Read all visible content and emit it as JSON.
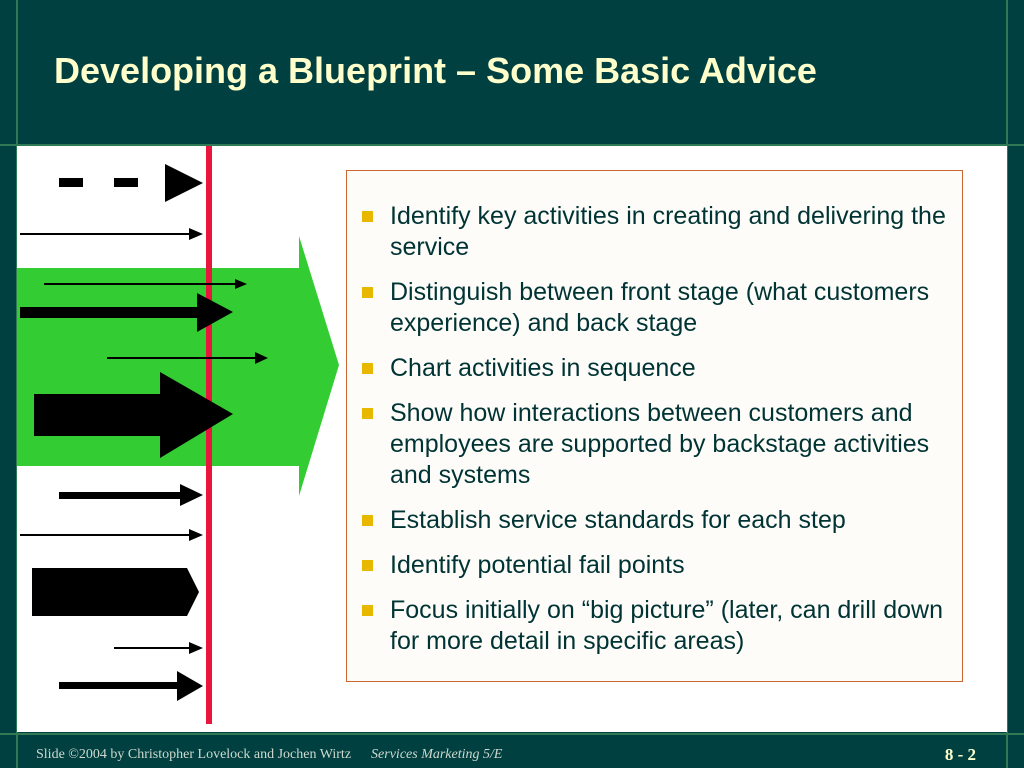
{
  "slide": {
    "title": "Developing a Blueprint – Some Basic Advice",
    "bullets": [
      "Identify key activities in creating and delivering the service",
      "Distinguish between front stage (what customers experience) and back stage",
      "Chart activities in sequence",
      "Show how interactions between customers and employees are supported by backstage activities and systems",
      "Establish service standards for each step",
      "Identify potential fail points",
      "Focus initially on “big picture” (later, can drill down for more detail in specific areas)"
    ]
  },
  "footer": {
    "credit": "Slide ©2004  by Christopher Lovelock and Jochen Wirtz",
    "book": "Services Marketing 5/E",
    "page": "8 -  2"
  },
  "colors": {
    "background": "#004040",
    "title": "#ffffcc",
    "green_arrow": "#33cc33",
    "line_of_visibility": "#e8163c",
    "bullet": "#e8b800"
  }
}
